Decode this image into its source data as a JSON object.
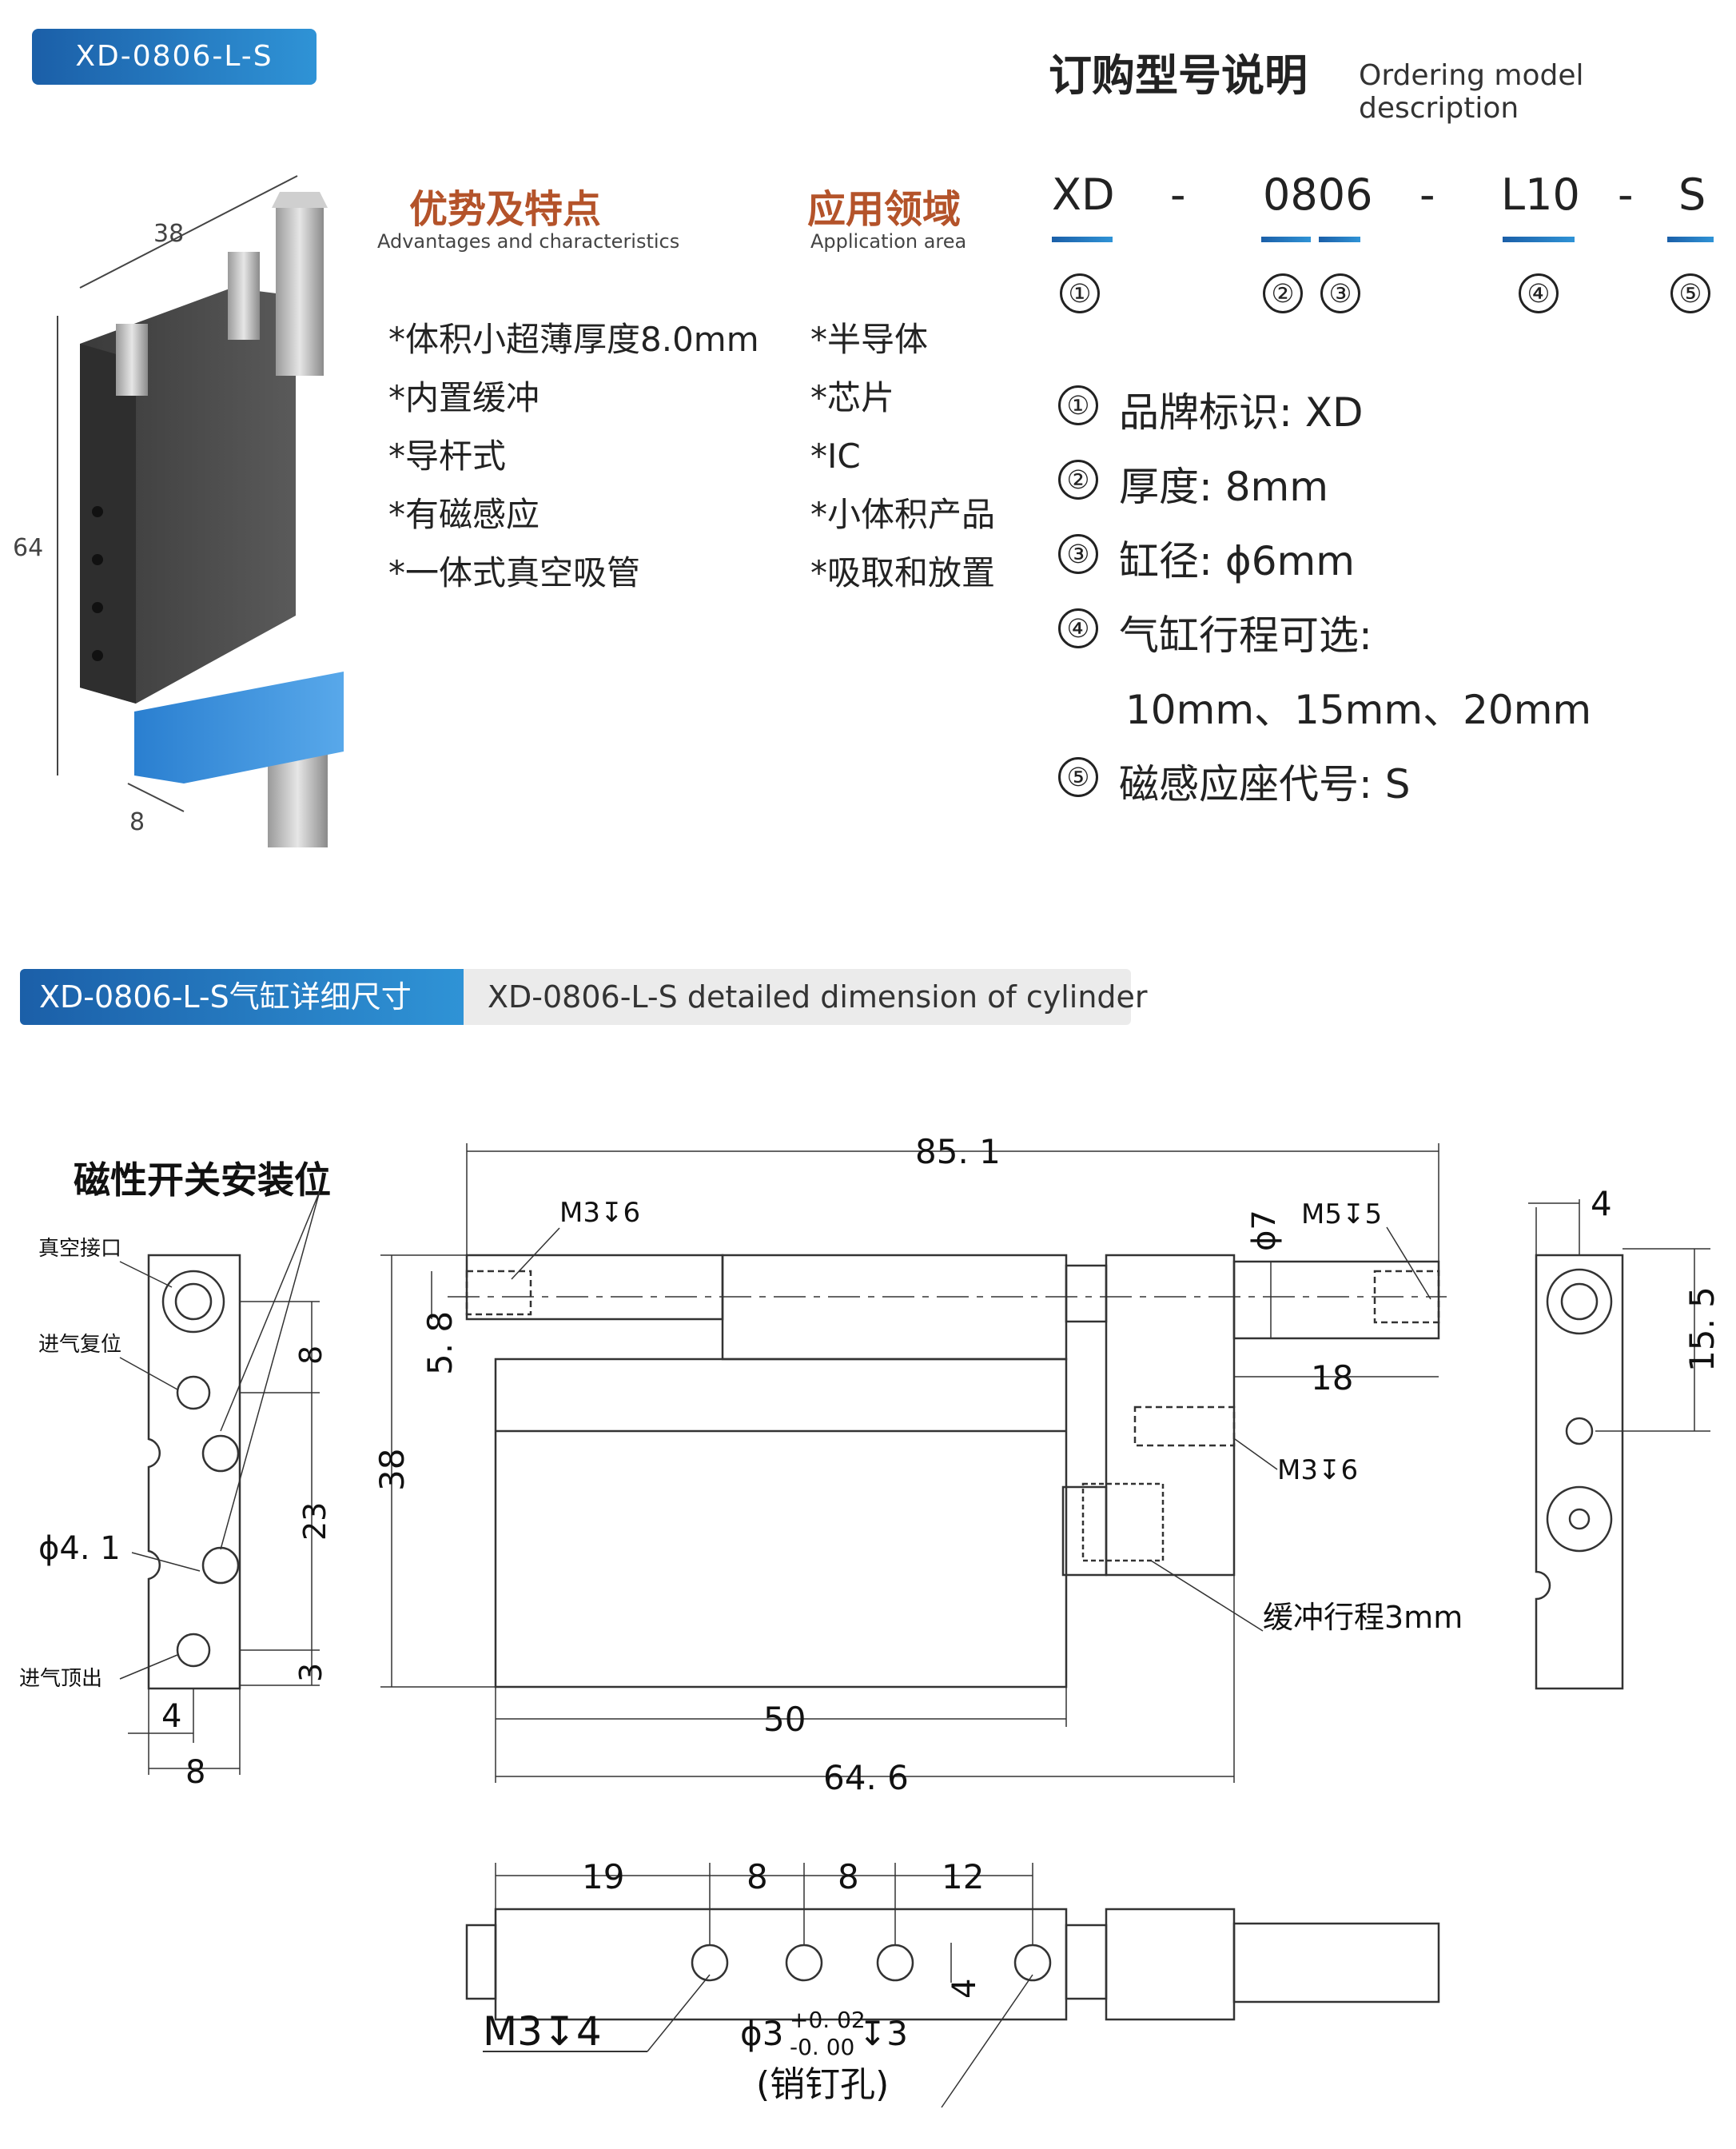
{
  "badge": "XD-0806-L-S",
  "order_title": "订购型号说明",
  "order_subtitle": "Ordering model description",
  "advantages": {
    "title": "优势及特点",
    "subtitle": "Advantages and characteristics",
    "items": [
      "*体积小超薄厚度8.0mm",
      "*内置缓冲",
      "*导杆式",
      "*有磁感应",
      "*一体式真空吸管"
    ]
  },
  "applications": {
    "title": "应用领域",
    "subtitle": "Application area",
    "items": [
      "*半导体",
      "*芯片",
      "*IC",
      "*小体积产品",
      "*吸取和放置"
    ]
  },
  "model_code": {
    "parts": [
      "XD",
      "-",
      "0806",
      "-",
      "L10",
      "-",
      "S"
    ],
    "markers": [
      "①",
      "②",
      "③",
      "④",
      "⑤"
    ]
  },
  "descriptions": [
    {
      "marker": "①",
      "text": "品牌标识: XD"
    },
    {
      "marker": "②",
      "text": "厚度: 8mm"
    },
    {
      "marker": "③",
      "text": "缸径: ϕ6mm"
    },
    {
      "marker": "④",
      "text": "气缸行程可选:"
    },
    {
      "marker": "",
      "text": "10mm、15mm、20mm"
    },
    {
      "marker": "⑤",
      "text": "磁感应座代号:  S"
    }
  ],
  "product_dims": {
    "width": "38",
    "height": "64",
    "depth": "8"
  },
  "detail_bar": {
    "cn": "XD-0806-L-S气缸详细尺寸",
    "en": "XD-0806-L-S detailed dimension of cylinder"
  },
  "side_view": {
    "title": "磁性开关安装位",
    "labels": {
      "vacuum": "真空接口",
      "reset": "进气复位",
      "dia": "ϕ4. 1",
      "eject": "进气顶出"
    },
    "dims": {
      "d8a": "8",
      "d23": "23",
      "d3": "3",
      "d4": "4",
      "d8b": "8"
    }
  },
  "front_view": {
    "dims": {
      "total": "85. 1",
      "d7": "ϕ7",
      "d58": "5. 8",
      "d38": "38",
      "d18": "18",
      "d50": "50",
      "d646": "64. 6"
    },
    "labels": {
      "m3a": "M3↧6",
      "m5": "M5↧5",
      "m3b": "M3↧6",
      "buffer": "缓冲行程3mm"
    }
  },
  "end_view": {
    "dims": {
      "d4": "4",
      "d155": "15. 5"
    }
  },
  "bottom_view": {
    "dims": {
      "d19": "19",
      "d8a": "8",
      "d8b": "8",
      "d12": "12",
      "d4": "4"
    },
    "labels": {
      "m3": "M3↧4",
      "pin": "ϕ3",
      "tol_up": "+0. 02",
      "tol_dn": "-0. 00",
      "pin_depth": "↧3",
      "pin_name": "(销钉孔)"
    }
  }
}
